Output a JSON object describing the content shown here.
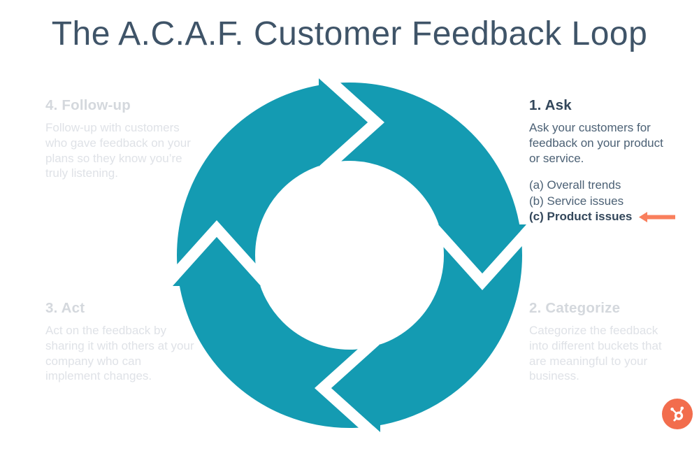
{
  "title": "The A.C.A.F. Customer Feedback Loop",
  "loop": {
    "direction": "clockwise",
    "step_count": 4
  },
  "steps": {
    "ask": {
      "heading": "1. Ask",
      "body": "Ask your customers for\nfeedback on your product\nor service.",
      "options": [
        "(a) Overall trends",
        "(b) Service issues",
        "(c) Product issues"
      ],
      "highlighted_option": "(c) Product issues"
    },
    "categorize": {
      "heading": "2. Categorize",
      "body": "Categorize the feedback\ninto different buckets that\nare meaningful to your\nbusiness."
    },
    "act": {
      "heading": "3. Act",
      "body": "Act on the feedback by\nsharing it with others at your\ncompany who can\nimplement changes."
    },
    "follow_up": {
      "heading": "4. Follow-up",
      "body": "Follow-up with customers\nwho gave feedback on your\nplans so they know you’re\ntruly listening."
    }
  },
  "icons": {
    "highlight_arrow": "left-arrow",
    "logo": "hubspot-sprocket"
  },
  "colors": {
    "teal": "#149bb2",
    "navy": "#33475b",
    "slate_body": "#4c6175",
    "inactive_heading": "#d4d8dd",
    "inactive_body": "#dfe2e7",
    "highlight_orange": "#f97f5d",
    "logo_orange": "#f26d4d"
  }
}
